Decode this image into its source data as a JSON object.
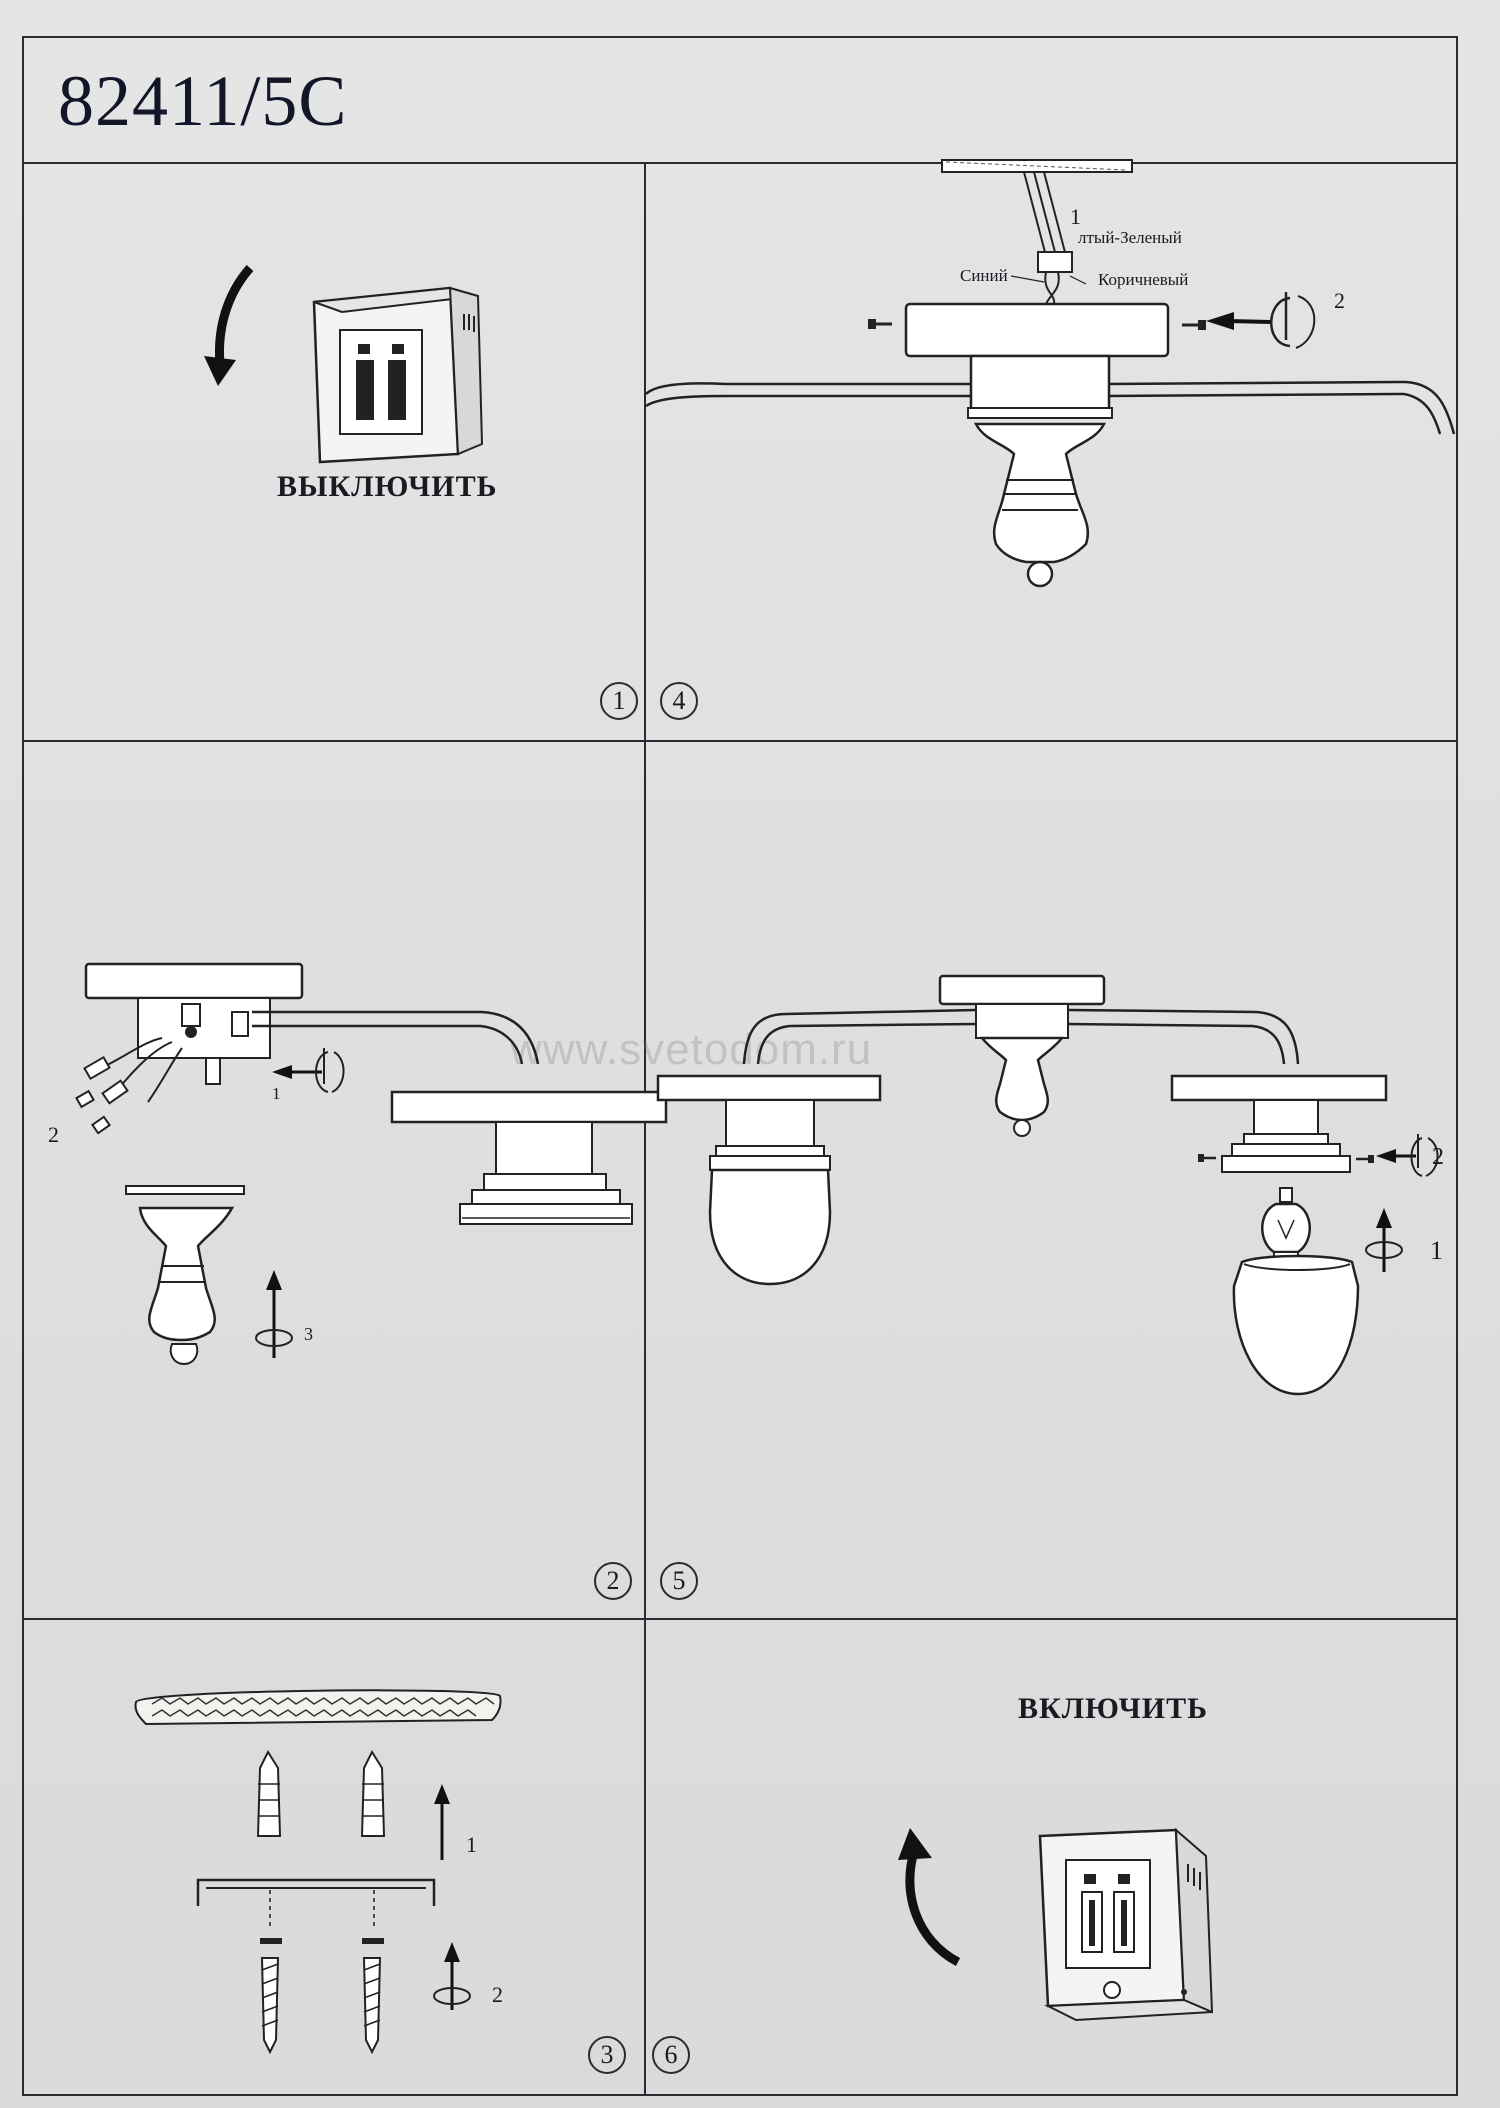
{
  "document": {
    "model_number": "82411/5C",
    "watermark": "www.svetodom.ru"
  },
  "steps": {
    "step1": {
      "number": "1",
      "label": "ВЫКЛЮЧИТЬ"
    },
    "step4": {
      "number": "4",
      "wire_yellow_green": "лтый-Зеленый",
      "wire_blue": "Синий",
      "wire_brown": "Коричневый",
      "callout_1": "1",
      "callout_2": "2"
    },
    "step2": {
      "number": "2",
      "callout_1": "1",
      "callout_2": "2",
      "callout_3": "3"
    },
    "step5": {
      "number": "5",
      "callout_1": "1",
      "callout_2": "2"
    },
    "step3": {
      "number": "3",
      "callout_1": "1",
      "callout_2": "2"
    },
    "step6": {
      "number": "6",
      "label": "ВКЛЮЧИТЬ"
    }
  },
  "icons": [
    "arrow-down-icon",
    "switch-off-icon",
    "rotate-icon",
    "arrow-up-icon",
    "switch-on-icon",
    "bulb-icon",
    "screw-icon",
    "anchor-icon"
  ],
  "colors": {
    "ink": "#2a2a33",
    "paper": "#e2e4e4"
  }
}
